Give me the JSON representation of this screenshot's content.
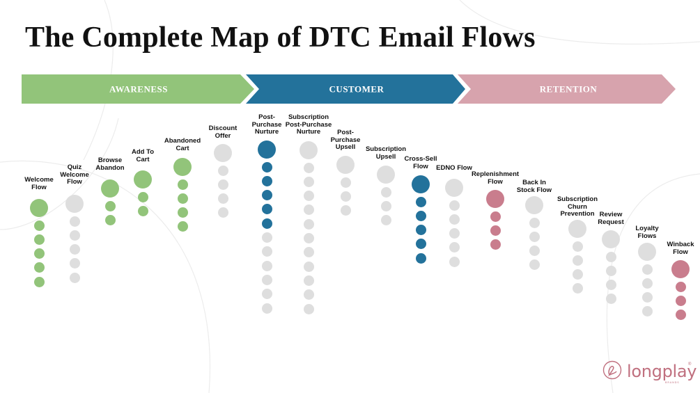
{
  "title": "The Complete Map of DTC Email Flows",
  "stages": [
    {
      "label": "AWARENESS",
      "color": "#92c47a"
    },
    {
      "label": "CUSTOMER",
      "color": "#23729b"
    },
    {
      "label": "RETENTION",
      "color": "#d7a3ad"
    }
  ],
  "colors": {
    "gray": "#dedede",
    "green": "#92c47a",
    "blue": "#23729b",
    "pink": "#c97d8d"
  },
  "flows": [
    {
      "label": "Welcome\nFlow",
      "emails": 6,
      "color": "green"
    },
    {
      "label": "Quiz\nWelcome\nFlow",
      "emails": 6,
      "color": "gray"
    },
    {
      "label": "Browse\nAbandon",
      "emails": 3,
      "color": "green"
    },
    {
      "label": "Add To\nCart",
      "emails": 3,
      "color": "green"
    },
    {
      "label": "Abandoned\nCart",
      "emails": 5,
      "color": "green"
    },
    {
      "label": "Discount\nOffer",
      "emails": 5,
      "color": "gray"
    },
    {
      "label": "Post-\nPurchase\nNurture",
      "emails": 12,
      "color": "blue",
      "note": "first 6 blue"
    },
    {
      "label": "Subscription\nPost-Purchase\nNurture",
      "emails": 12,
      "color": "gray"
    },
    {
      "label": "Post-\nPurchase\nUpsell",
      "emails": 4,
      "color": "gray"
    },
    {
      "label": "Subscription\nUpsell",
      "emails": 4,
      "color": "gray"
    },
    {
      "label": "Cross-Sell\nFlow",
      "emails": 6,
      "color": "blue"
    },
    {
      "label": "EDNO Flow",
      "emails": 6,
      "color": "gray"
    },
    {
      "label": "Replenishment\nFlow",
      "emails": 4,
      "color": "pink"
    },
    {
      "label": "Back In\nStock Flow",
      "emails": 5,
      "color": "gray"
    },
    {
      "label": "Subscription\nChurn\nPrevention",
      "emails": 5,
      "color": "gray"
    },
    {
      "label": "Review\nRequest",
      "emails": 5,
      "color": "gray"
    },
    {
      "label": "Loyalty\nFlows",
      "emails": 5,
      "color": "gray"
    },
    {
      "label": "Winback\nFlow",
      "emails": 4,
      "color": "pink"
    }
  ],
  "logo": {
    "text": "longplay",
    "sub": "BRANDS",
    "reg": "®"
  }
}
